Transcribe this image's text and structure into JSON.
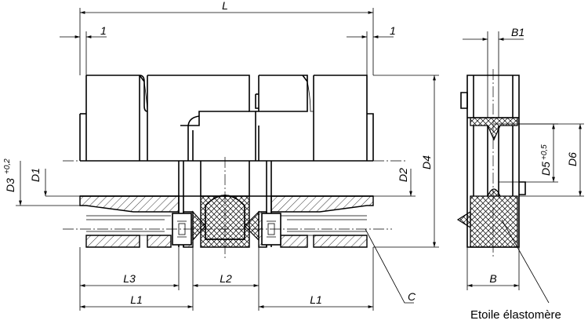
{
  "labels": {
    "L": "L",
    "one_left": "1",
    "one_right": "1",
    "B1": "B1",
    "D3": "D3",
    "D3_tol": "+0,2",
    "D1": "D1",
    "D2": "D2",
    "D4": "D4",
    "D5": "D5",
    "D5_tol": "+0,5",
    "D6": "D6",
    "L3": "L3",
    "L2": "L2",
    "L1_left": "L1",
    "L1_right": "L1",
    "B": "B",
    "C": "C",
    "elastomer": "Etoile élastomère"
  }
}
